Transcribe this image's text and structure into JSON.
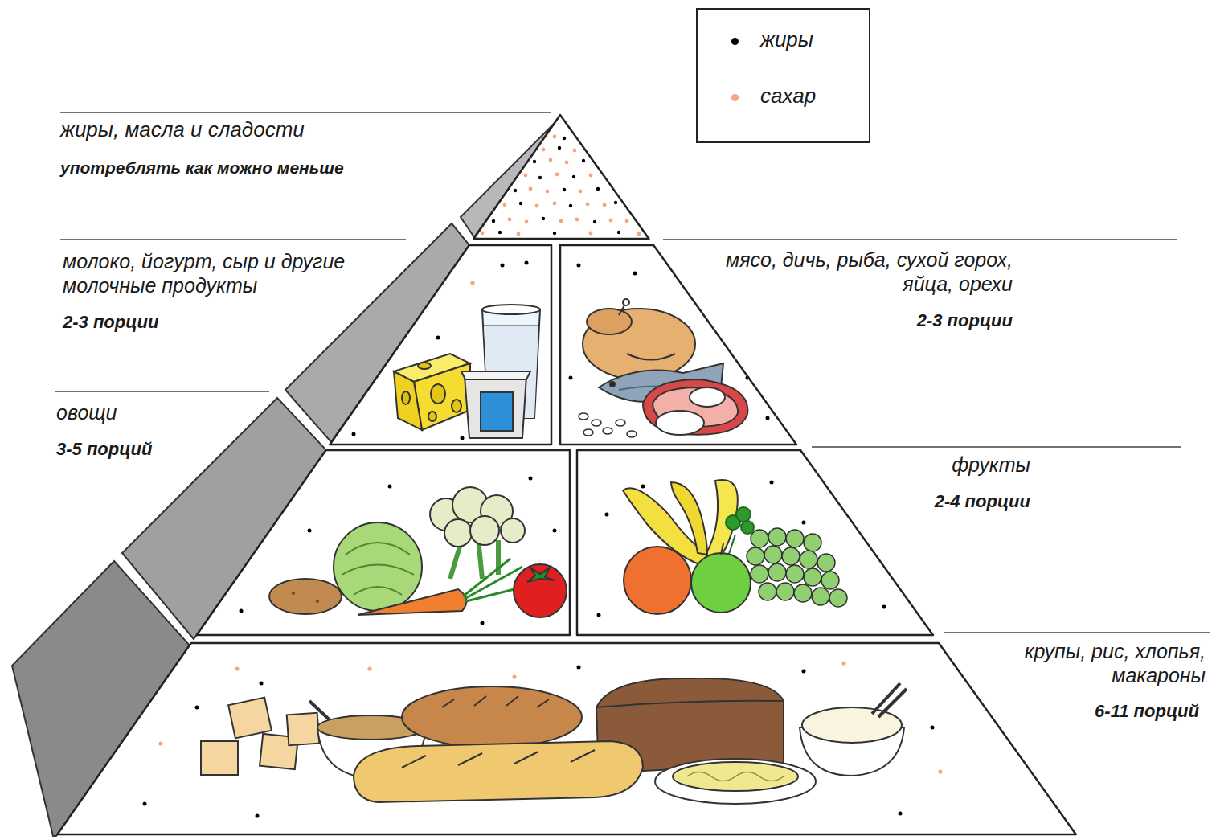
{
  "diagram": {
    "nodes": [
      {
        "text": [
          "жиры, масла и сладости",
          "употреблять как можно меньше"
        ]
      },
      {
        "text": [
          "молоко, йогурт, сыр и другие молочные продукты",
          "2-3 порции"
        ]
      },
      {
        "text": [
          "мясо, дичь, рыба, сухой горох, яйца, орехи",
          "2-3 порции"
        ]
      },
      {
        "text": [
          "овощи",
          "3-5 порций"
        ]
      },
      {
        "text": [
          "фрукты",
          "2-4 порции"
        ]
      },
      {
        "text": [
          "крупы, рис, хлопья, макароны",
          "6-11 порций"
        ]
      }
    ],
    "legend": [
      {
        "text": "жиры",
        "color": "#000000"
      },
      {
        "text": "сахар",
        "color": "#f4a582"
      }
    ]
  }
}
